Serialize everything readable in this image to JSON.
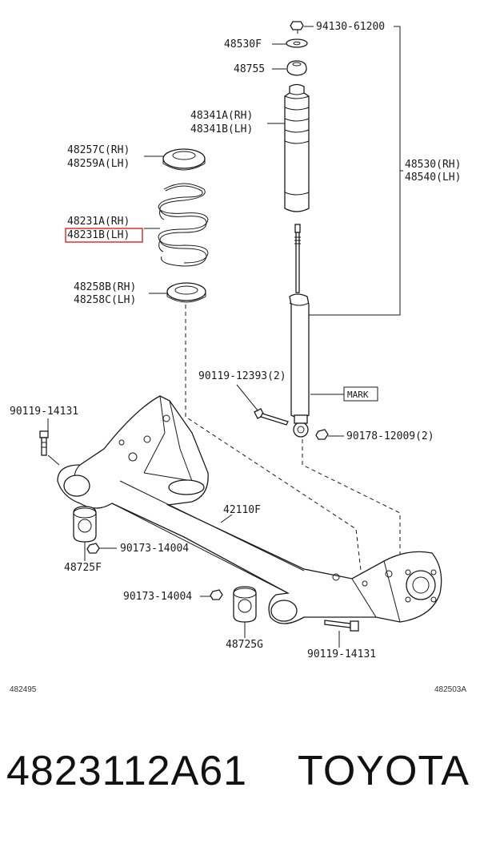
{
  "colors": {
    "highlight": "#e03030",
    "line": "#1a1a1a"
  },
  "labels": {
    "nut_top": "94130-61200",
    "washer": "48530F",
    "bound_cushion": "48755",
    "dust_boot_rh": "48341A(RH)",
    "dust_boot_lh": "48341B(LH)",
    "upper_seat_rh": "48257C(RH)",
    "upper_seat_lh": "48259A(LH)",
    "coil_spring_rh": "48231A(RH)",
    "coil_spring_lh": "48231B(LH)",
    "lower_seat_rh": "48258B(RH)",
    "lower_seat_lh": "48258C(LH)",
    "absorber_rh": "48530(RH)",
    "absorber_lh": "48540(LH)",
    "bolt_mid": "90119-12393(2)",
    "mark": "MARK",
    "bolt_left": "90119-14131",
    "nut_right": "90178-12009(2)",
    "beam": "42110F",
    "nut_left": "90173-14004",
    "bushing_left": "48725F",
    "nut_center": "90173-14004",
    "bushing_center": "48725G",
    "bolt_right": "90119-14131"
  },
  "codes": {
    "left": "482495",
    "right": "482503A"
  },
  "footer": {
    "part_number": "4823112A61",
    "brand": "TOYOTA"
  }
}
